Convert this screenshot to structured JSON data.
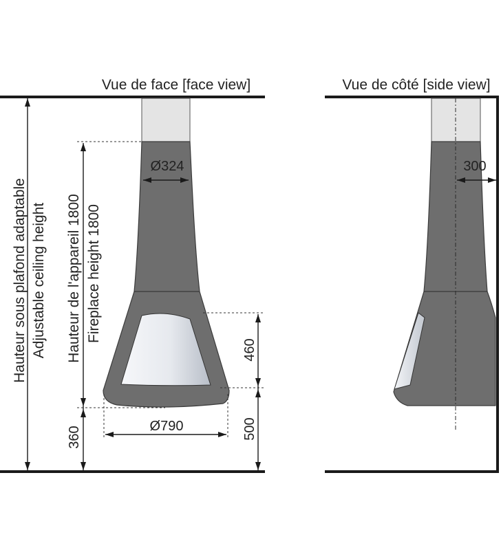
{
  "titles": {
    "front": "Vue de face [face view]",
    "side": "Vue de côté [side view]"
  },
  "labels": {
    "ceiling_fr": "Hauteur sous plafond adaptable",
    "ceiling_en": "Adjustable ceiling height",
    "appliance_fr": "Hauteur de l'appareil 1800",
    "appliance_en": "Fireplace height 1800"
  },
  "dimensions": {
    "flue_diameter": "Ø324",
    "base_diameter": "Ø790",
    "window_height": "460",
    "base_clearance_right": "500",
    "floor_clearance_left": "360",
    "side_depth": "300"
  },
  "colors": {
    "body": "#6e6e6e",
    "flue": "#e4e4e4",
    "glass_light": "#f4f6fa",
    "glass_dark": "#b9bfc8",
    "line": "#1a1a1a"
  }
}
